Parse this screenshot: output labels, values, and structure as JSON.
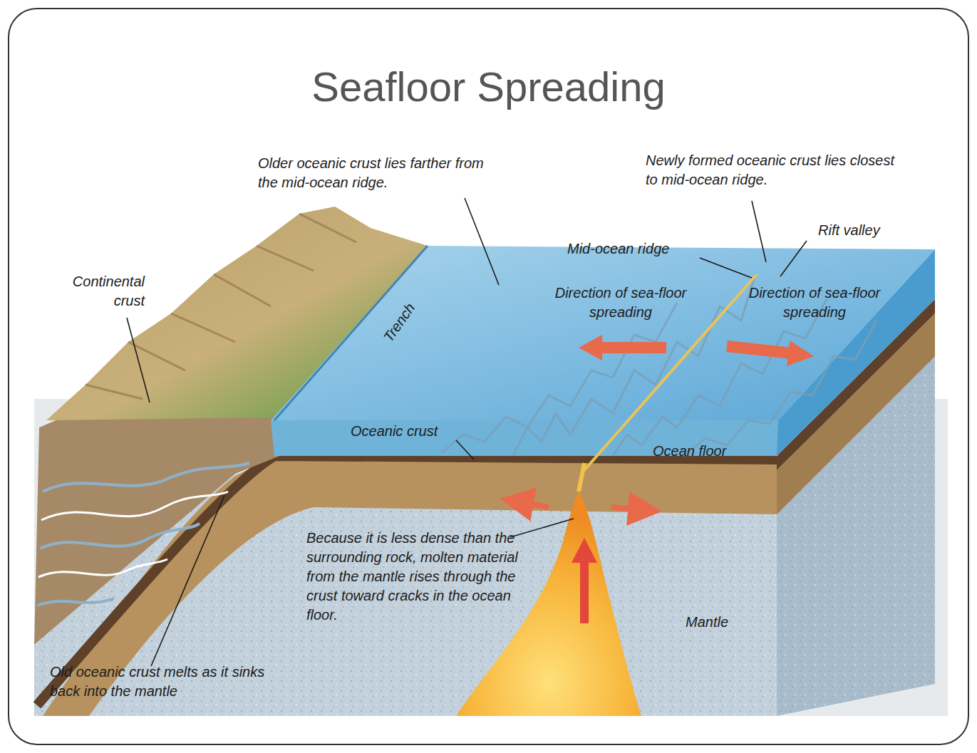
{
  "diagram": {
    "title": "Seafloor Spreading",
    "labels": [
      "Older oceanic crust lies farther from the mid-ocean ridge.",
      "Newly formed oceanic crust lies closest to mid-ocean ridge.",
      "Rift valley",
      "Mid-ocean ridge",
      "Continental crust",
      "Direction of sea-floor spreading",
      "Direction of sea-floor spreading",
      "Trench",
      "Oceanic crust",
      "Ocean floor",
      "Because it is less dense than the surrounding rock, molten material from the mantle rises through the crust toward cracks in the ocean floor.",
      "Mantle",
      "Old oceanic crust melts as it sinks back into the mantle"
    ]
  }
}
